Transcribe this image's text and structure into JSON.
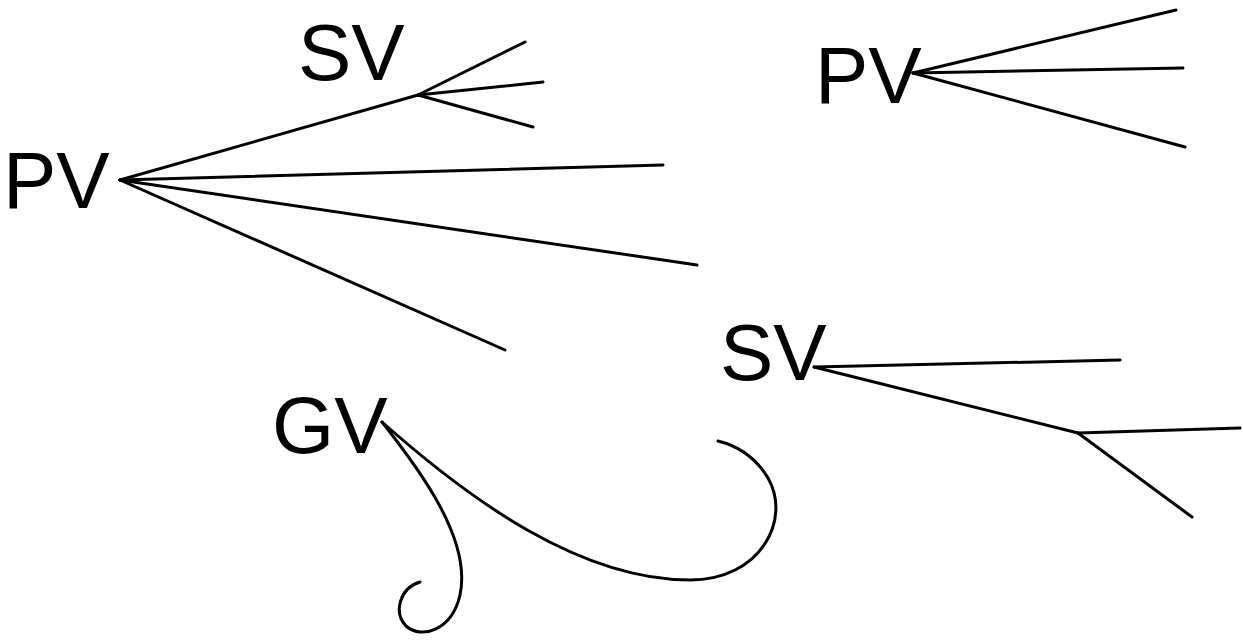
{
  "diagram": {
    "labels": [
      "SV",
      "PV",
      "PV",
      "SV",
      "GV"
    ]
  }
}
